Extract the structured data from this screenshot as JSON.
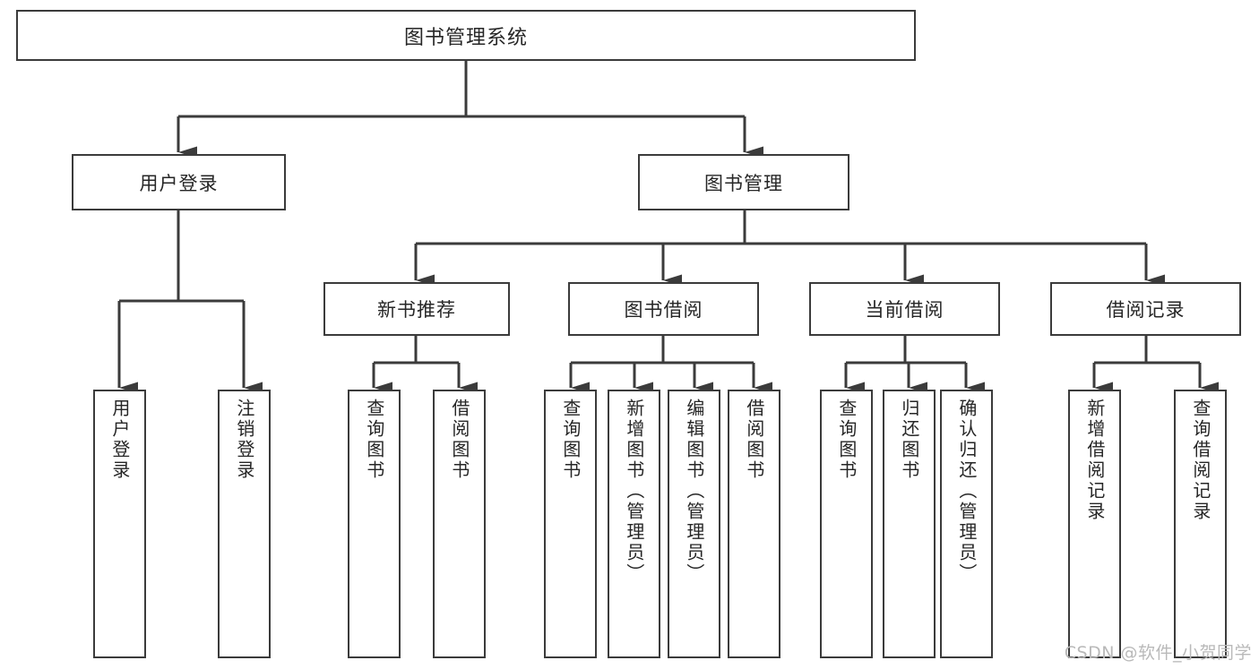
{
  "diagram": {
    "title": "图书管理系统",
    "type": "hierarchy-tree",
    "root": {
      "label": "图书管理系统"
    },
    "level2": [
      {
        "key": "user_login",
        "label": "用户登录"
      },
      {
        "key": "book_manage",
        "label": "图书管理"
      }
    ],
    "level3": [
      {
        "key": "new_book_rec",
        "label": "新书推荐"
      },
      {
        "key": "book_borrow",
        "label": "图书借阅"
      },
      {
        "key": "current_borrow",
        "label": "当前借阅"
      },
      {
        "key": "borrow_record",
        "label": "借阅记录"
      }
    ],
    "leaves": [
      {
        "key": "leaf_user_login",
        "label": "用户登录"
      },
      {
        "key": "leaf_logout",
        "label": "注销登录"
      },
      {
        "key": "leaf_query_book_1",
        "label": "查询图书"
      },
      {
        "key": "leaf_borrow_book_1",
        "label": "借阅图书"
      },
      {
        "key": "leaf_query_book_2",
        "label": "查询图书"
      },
      {
        "key": "leaf_add_book",
        "label": "新增图书（管理员）"
      },
      {
        "key": "leaf_edit_book",
        "label": "编辑图书（管理员）"
      },
      {
        "key": "leaf_borrow_book_2",
        "label": "借阅图书"
      },
      {
        "key": "leaf_query_book_3",
        "label": "查询图书"
      },
      {
        "key": "leaf_return_book",
        "label": "归还图书"
      },
      {
        "key": "leaf_confirm_return",
        "label": "确认归还（管理员）"
      },
      {
        "key": "leaf_add_record",
        "label": "新增借阅记录"
      },
      {
        "key": "leaf_query_record",
        "label": "查询借阅记录"
      }
    ],
    "colors": {
      "stroke": "#3b3b3b",
      "fill": "#ffffff",
      "text": "#262626",
      "watermark": "#b9b9b9"
    }
  },
  "watermark": {
    "text": "CSDN @软件_小贺同学"
  }
}
